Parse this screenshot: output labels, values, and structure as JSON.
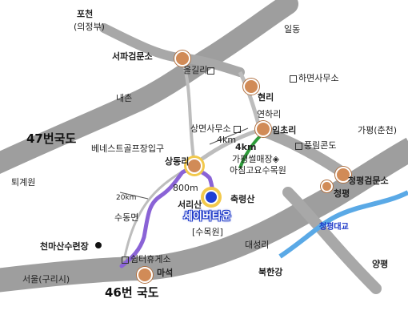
{
  "map": {
    "places": {
      "pocheon": "포천",
      "uijeongbu": "(의정부)",
      "ildong": "일동",
      "seopa_checkpoint": "서파검문소",
      "eulgeolli": "을길리",
      "hamyeon_office": "하면사무소",
      "naechon": "내촌",
      "hyeonri": "현리",
      "yeonhari": "연하리",
      "sangmyeon_office": "상면사무소",
      "imchori": "임초리",
      "gapyeong": "가평(춘천)",
      "distance_4km_1": "4km",
      "distance_4km_2": "4km",
      "pungnim_condo": "풍림콘도",
      "route47": "47번국도",
      "bene_golf": "베네스트골프장입구",
      "gapyeong_ssalmaejang": "가평썰매장",
      "achim_arboretum": "아침고요수목원",
      "sangdongri": "상동리",
      "cheongpyeong_checkpoint": "청평검문소",
      "cheongpyeong": "청평",
      "toegyewon": "퇴계원",
      "distance_800m": "800m",
      "chungnyeongsan": "축령산",
      "distance_20km": "20km",
      "seorisan": "서리산",
      "sudongmyeon": "수동면",
      "seibeo_town": "세이버타운",
      "sumokwon": "[수목원]",
      "cheongpyeong_bridge": "청평대교",
      "cheonmasan_gate": "천마산수련장",
      "daeseongri": "대성리",
      "rest_area": "쉼터휴게소",
      "bukhangang": "북한강",
      "yangpyeong": "양평",
      "seoul_guri": "서울(구리시)",
      "maseok": "마석",
      "route46": "46번 국도"
    },
    "colors": {
      "road": "#9e9e9e",
      "route": "#8a63d6",
      "river": "#5aa9e6",
      "green_road": "#2e9c3a",
      "town_dot": "#d18b57",
      "destination": "#1f3fd6",
      "destination_ring": "#f2c94c"
    },
    "icons": {
      "town": "orange-circle-marker",
      "destination": "blue-circle-marker",
      "facility": "square-icon",
      "junction": "black-dot-marker",
      "scenic": "diamond-icon"
    }
  }
}
